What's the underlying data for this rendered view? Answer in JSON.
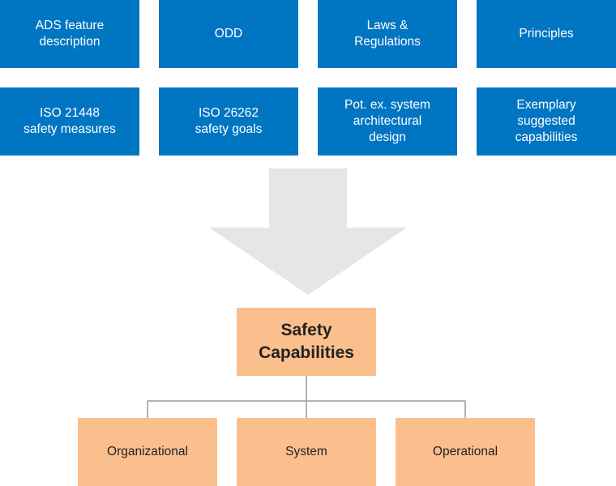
{
  "colors": {
    "input_box": "#0075c2",
    "capability_box": "#fbbf8e",
    "arrow": "#e6e6e6",
    "connector": "#999999"
  },
  "inputs": [
    "ADS feature\ndescription",
    "ODD",
    "Laws &\nRegulations",
    "Principles",
    "ISO 21448\nsafety measures",
    "ISO 26262\nsafety goals",
    "Pot. ex. system\narchitectural\ndesign",
    "Exemplary\nsuggested\ncapabilities"
  ],
  "center": {
    "title": "Safety\nCapabilities"
  },
  "categories": [
    "Organizational",
    "System",
    "Operational"
  ]
}
